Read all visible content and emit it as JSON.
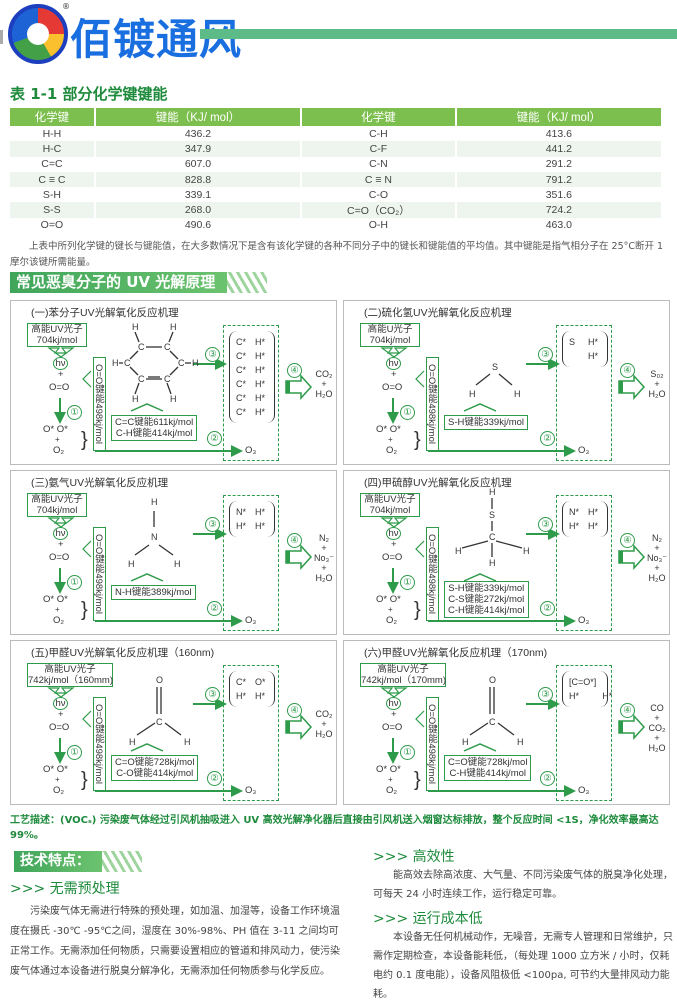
{
  "brand": {
    "name": "佰镀通风",
    "registered": "®"
  },
  "table": {
    "title": "表 1-1 部分化学键键能",
    "headers": [
      "化学键",
      "键能（KJ/ mol）",
      "化学键",
      "键能（KJ/ mol）"
    ],
    "rows": [
      [
        "H-H",
        "436.2",
        "C-H",
        "413.6"
      ],
      [
        "H-C",
        "347.9",
        "C-F",
        "441.2"
      ],
      [
        "C=C",
        "607.0",
        "C-N",
        "291.2"
      ],
      [
        "C ≡ C",
        "828.8",
        "C ≡ N",
        "791.2"
      ],
      [
        "S-H",
        "339.1",
        "C-O",
        "351.6"
      ],
      [
        "S-S",
        "268.0",
        "C=O（CO₂）",
        "724.2"
      ],
      [
        "O=O",
        "490.6",
        "O-H",
        "463.0"
      ]
    ],
    "note": "上表中所列化学键的键长与键能值，在大多数情况下是含有该化学键的各种不同分子中的键长和键能值的平均值。其中键能是指气相分子在 25°C断开 1 摩尔该键所需能量。"
  },
  "uv_section": {
    "title": "常见恶臭分子的 UV 光解原理",
    "panels": [
      {
        "title": "(一)苯分子UV光解氧化反应机理",
        "photon": [
          "高能UV光子",
          "704kj/mol"
        ],
        "hv": "hν",
        "plus": "+",
        "oo": "O=O",
        "oo_energy": "O=O键能498kj/mol",
        "o_radicals": "O* O*",
        "o2": "O₂",
        "o3": "O₃",
        "steps": [
          "①",
          "②",
          "③",
          "④"
        ],
        "molecule": "benzene",
        "atoms": [
          "H",
          "H",
          "H",
          "C",
          "C",
          "H",
          "C",
          "C",
          "C",
          "C",
          "H",
          "H"
        ],
        "bond_energy": [
          "C=C键能611kj/mol",
          "C-H键能414kj/mol"
        ],
        "radicals": [
          "C*",
          "H*",
          "C*",
          "H*",
          "C*",
          "H*",
          "C*",
          "H*",
          "C*",
          "H*",
          "C*",
          "H*"
        ],
        "products": [
          "CO₂",
          "+",
          "H₂O"
        ]
      },
      {
        "title": "(二)硫化氢UV光解氧化反应机理",
        "photon": [
          "高能U光子",
          "704kj/mol"
        ],
        "hv": "hν",
        "plus": "+",
        "oo": "O=O",
        "oo_energy": "O=O键能498kj/mol",
        "o_radicals": "O* O*",
        "o2": "O₂",
        "o3": "O₃",
        "steps": [
          "①",
          "②",
          "③",
          "④"
        ],
        "molecule": "h2s",
        "atoms": [
          "S",
          "H",
          "H"
        ],
        "bond_energy": [
          "S-H键能339kj/mol"
        ],
        "radicals": [
          "S",
          "H*",
          "",
          "H*"
        ],
        "products": [
          "S₀₂",
          "+",
          "H₂O"
        ]
      },
      {
        "title": "(三)氨气UV光解氧化反应机理",
        "photon": [
          "高能UV光子",
          "704kj/mol"
        ],
        "hv": "hν",
        "plus": "+",
        "oo": "O=O",
        "oo_energy": "O=O键能498kj/mol",
        "o_radicals": "O* O*",
        "o2": "O₂",
        "o3": "O₃",
        "steps": [
          "①",
          "②",
          "③",
          "④"
        ],
        "molecule": "nh3",
        "atoms": [
          "H",
          "N",
          "H",
          "H"
        ],
        "bond_energy": [
          "N-H键能389kj/mol"
        ],
        "radicals": [
          "N*",
          "H*",
          "H*",
          "H*"
        ],
        "products": [
          "N₂",
          "+",
          "No₃⁻",
          "+",
          "H₂O"
        ]
      },
      {
        "title": "(四)甲硫醇UV光解氧化反应机理",
        "photon": [
          "高能UV光子",
          "704kj/mol"
        ],
        "hv": "hν",
        "plus": "+",
        "oo": "O=O",
        "oo_energy": "O=O键能498kj/mol",
        "o_radicals": "O* O*",
        "o2": "O₂",
        "o3": "O₃",
        "steps": [
          "①",
          "②",
          "③",
          "④"
        ],
        "molecule": "ch3sh",
        "atoms": [
          "H",
          "S",
          "C",
          "H",
          "H",
          "H"
        ],
        "bond_energy": [
          "S-H键能339kj/mol",
          "C-S键能272kj/mol",
          "C-H键能414kj/mol"
        ],
        "radicals": [
          "N*",
          "H*",
          "H*",
          "H*"
        ],
        "products": [
          "N₂",
          "+",
          "No₃⁻",
          "+",
          "H₂O"
        ]
      },
      {
        "title": "(五)甲醛UV光解氧化反应机理（160nm)",
        "photon": [
          "高能UV光子",
          "742kj/mol（160mm)"
        ],
        "hv": "hν",
        "plus": "+",
        "oo": "O=O",
        "oo_energy": "O=O键能498kj/mol",
        "o_radicals": "O* O*",
        "o2": "O₂",
        "o3": "O₃",
        "steps": [
          "①",
          "②",
          "③",
          "④"
        ],
        "molecule": "hcho",
        "atoms": [
          "O",
          "C",
          "H",
          "H"
        ],
        "bond_energy": [
          "C=O键能728kj/mol",
          "C-O键能414kj/mol"
        ],
        "radicals": [
          "C*",
          "O*",
          "H*",
          "H*"
        ],
        "products": [
          "CO₂",
          "+",
          "H₂O"
        ]
      },
      {
        "title": "(六)甲醛UV光解氧化反应机理（170nm)",
        "photon": [
          "高能UV光子",
          "742kj/mol（170mm)"
        ],
        "hv": "hν",
        "plus": "+",
        "oo": "O=O",
        "oo_energy": "O=O键能498kj/mol",
        "o_radicals": "O* O*",
        "o2": "O₂",
        "o3": "O₃",
        "steps": [
          "①",
          "②",
          "③",
          "④"
        ],
        "molecule": "hcho",
        "atoms": [
          "O",
          "C",
          "H",
          "H"
        ],
        "bond_energy": [
          "C=O键能728kj/mol",
          "C-H键能414kj/mol"
        ],
        "radicals": [
          "[C=O*]",
          "",
          "H*",
          "H*"
        ],
        "products": [
          "CO",
          "+",
          "CO₂",
          "+",
          "H₂O"
        ]
      }
    ]
  },
  "process_description": "工艺描述：(VOCₛ) 污染废气体经过引风机抽吸进入 UV 高效光解净化器后直接由引风机送入烟窗达标排放，整个反应时间 <1S，净化效率最高达 99%。",
  "features": {
    "title": "技术特点：",
    "items": [
      {
        "heading": ">>> 无需预处理",
        "text": "污染废气体无需进行特殊的预处理，如加温、加湿等，设备工作环境温度在摄氏 -30℃ -95℃之间，湿度在 30%-98%、PH 值在 3-11 之间均可正常工作。无需添加任何物质，只需要设置相应的管道和排风动力，使污染废气体通过本设备进行脱臭分解净化，无需添加任何物质参与化学反应。"
      },
      {
        "heading": ">>> 高效性",
        "text": "能高效去除高浓度、大气量、不同污染废气体的脱臭净化处理，可每天 24 小时连续工作，运行稳定可靠。"
      },
      {
        "heading": ">>> 运行成本低",
        "text": "本设备无任何机械动作，无噪音，无需专人管理和日常维护，只需作定期检查，本设备能耗低，（每处理 1000 立方米 / 小时，仅耗电约 0.1 度电能），设备风阻极低 <100pa, 可节约大量排风动力能耗。"
      }
    ]
  }
}
